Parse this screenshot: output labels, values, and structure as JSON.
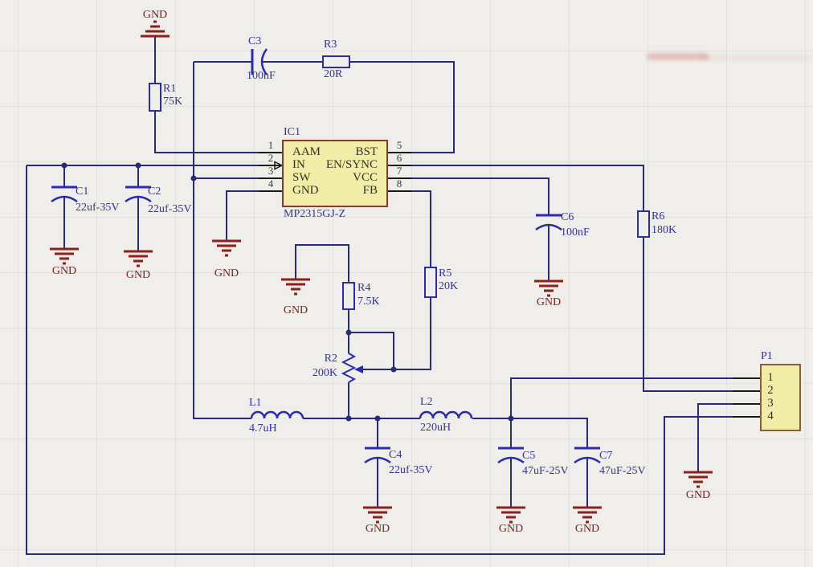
{
  "labels": {
    "gnd": "GND"
  },
  "ic1": {
    "designator": "IC1",
    "part": "MP2315GJ-Z",
    "left_pins": [
      {
        "num": "1",
        "name": "AAM"
      },
      {
        "num": "2",
        "name": "IN"
      },
      {
        "num": "3",
        "name": "SW"
      },
      {
        "num": "4",
        "name": "GND"
      }
    ],
    "right_pins": [
      {
        "num": "5",
        "name": "BST"
      },
      {
        "num": "6",
        "name": "EN/SYNC"
      },
      {
        "num": "7",
        "name": "VCC"
      },
      {
        "num": "8",
        "name": "FB"
      }
    ]
  },
  "p1": {
    "designator": "P1",
    "pin_numbers": [
      "1",
      "2",
      "3",
      "4"
    ]
  },
  "components": {
    "R1": {
      "ref": "R1",
      "value": "75K"
    },
    "R2": {
      "ref": "R2",
      "value": "200K"
    },
    "R3": {
      "ref": "R3",
      "value": "20R"
    },
    "R4": {
      "ref": "R4",
      "value": "7.5K"
    },
    "R5": {
      "ref": "R5",
      "value": "20K"
    },
    "R6": {
      "ref": "R6",
      "value": "180K"
    },
    "C1": {
      "ref": "C1",
      "value": "22uf-35V"
    },
    "C2": {
      "ref": "C2",
      "value": "22uf-35V"
    },
    "C3": {
      "ref": "C3",
      "value": "100nF"
    },
    "C4": {
      "ref": "C4",
      "value": "22uf-35V"
    },
    "C5": {
      "ref": "C5",
      "value": "47uF-25V"
    },
    "C6": {
      "ref": "C6",
      "value": "100nF"
    },
    "C7": {
      "ref": "C7",
      "value": "47uF-25V"
    },
    "L1": {
      "ref": "L1",
      "value": "4.7uH"
    },
    "L2": {
      "ref": "L2",
      "value": "220uH"
    }
  },
  "colors": {
    "background": "#efeeea",
    "wire": "#29297d",
    "pin_stub": "#1a1a1a",
    "component_outline": "#2a2ab4",
    "label_blue": "#3232a0",
    "gnd_red": "#8e1f1b",
    "ic_fill": "#f2eda6",
    "ic_border": "#8c3a28",
    "connector_border": "#8a5c40"
  }
}
